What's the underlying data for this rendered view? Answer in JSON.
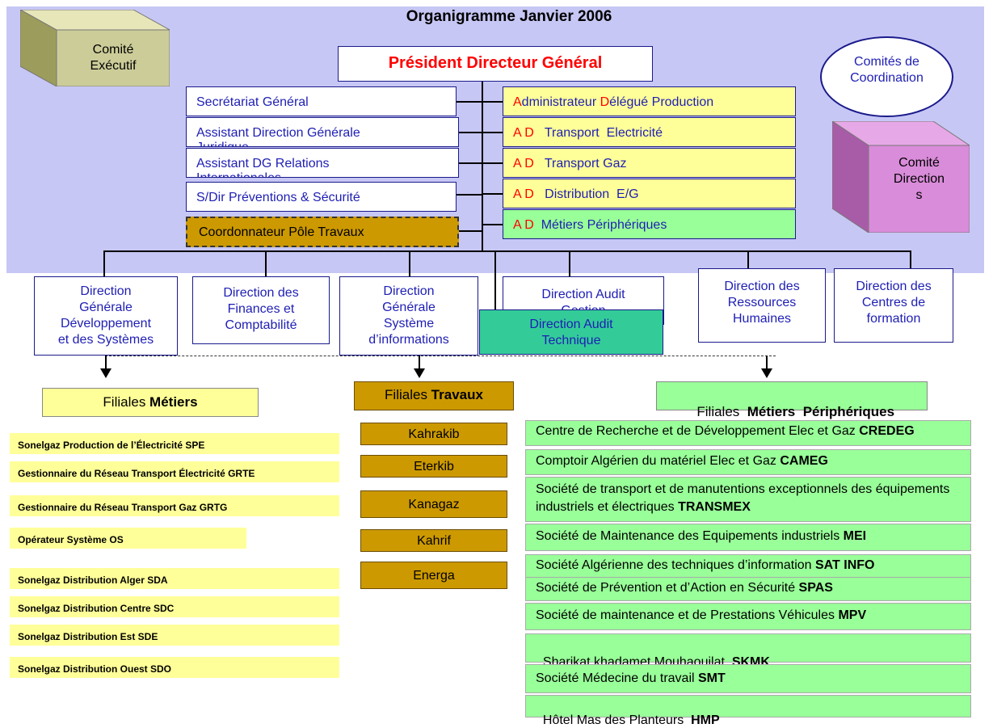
{
  "title": "Organigramme Janvier 2006",
  "comite_executif": [
    "Comité",
    "Exécutif"
  ],
  "pdg": "Président Directeur Général",
  "comites_coordination": [
    "Comités de",
    "Coordination"
  ],
  "comite_directions": [
    "Comité",
    "Direction",
    "s"
  ],
  "left_boxes": [
    "Secrétariat Général",
    "Assistant Direction  Générale",
    "Assistant DG Relations",
    "S/Dir  Préventions &  Sécurité"
  ],
  "left_box_cut_texts": [
    "Juridique",
    "Internationales"
  ],
  "coordonnateur": "Coordonnateur Pôle Travaux",
  "right_boxes": [
    {
      "prefix_red": "A",
      "mid": "dministrateur ",
      "mid_red": "D",
      "rest": "élégué  Production"
    },
    {
      "prefix_red": "A D",
      "rest": "   Transport  Electricité"
    },
    {
      "prefix_red": "A D",
      "rest": "   Transport Gaz"
    },
    {
      "prefix_red": "A D",
      "rest": "   Distribution  E/G"
    },
    {
      "prefix_red": "A D",
      "rest": "  Métiers Périphériques"
    }
  ],
  "directions": [
    [
      "Direction",
      "Générale",
      "Développement",
      "et des  Systèmes"
    ],
    [
      "Direction des",
      "Finances et",
      "Comptabilité"
    ],
    [
      "Direction",
      "Générale",
      "Système",
      "d’informations"
    ],
    [
      "Direction  Audit",
      "Gestion"
    ],
    [
      "Direction des",
      "Ressources",
      "Humaines"
    ],
    [
      "Direction des",
      "Centres de",
      "formation"
    ]
  ],
  "audit_technique": [
    "Direction  Audit",
    "Technique"
  ],
  "filiales_metiers": {
    "prefix": "Filiales ",
    "bold": "Métiers"
  },
  "filiales_travaux": {
    "prefix": "Filiales ",
    "bold": "Travaux"
  },
  "filiales_periph": {
    "prefix": "Filiales  ",
    "bold": "Métiers  Périphériques"
  },
  "metiers_list": [
    "Sonelgaz Production de l’Électricité SPE",
    "Gestionnaire du Réseau Transport Électricité GRTE",
    "Gestionnaire du Réseau Transport Gaz GRTG",
    "Opérateur Système OS",
    "Sonelgaz  Distribution  Alger SDA",
    "Sonelgaz Distribution  Centre SDC",
    "Sonelgaz  Distribution   Est SDE",
    "Sonelgaz Distribution  Ouest  SDO"
  ],
  "travaux_list": [
    "Kahrakib",
    "Eterkib",
    "Kanagaz",
    "Kahrif",
    "Energa"
  ],
  "periph_list": [
    {
      "text": "Centre de Recherche et de Développement Elec et Gaz ",
      "bold": "CREDEG"
    },
    {
      "text": "Comptoir Algérien du matériel Elec et Gaz ",
      "bold": "CAMEG"
    },
    {
      "text": "Société de transport et de manutentions exceptionnels  des équipements  industriels et électriques ",
      "bold": "TRANSMEX"
    },
    {
      "text": "Société de Maintenance des Equipements industriels ",
      "bold": "MEI"
    },
    {
      "text": "Société Algérienne des techniques d’information ",
      "bold": "SAT INFO"
    },
    {
      "text": "Société de Prévention et d’Action en Sécurité ",
      "bold": "SPAS"
    },
    {
      "text": "Société de maintenance et de Prestations Véhicules ",
      "bold": "MPV"
    },
    {
      "text": "Sharikat khadamet Mouhaouilat  ",
      "bold": "SKMK"
    },
    {
      "text": "Société Médecine du travail ",
      "bold": "SMT"
    },
    {
      "text": "Hôtel Mas des Planteurs  ",
      "bold": "HMP"
    }
  ]
}
